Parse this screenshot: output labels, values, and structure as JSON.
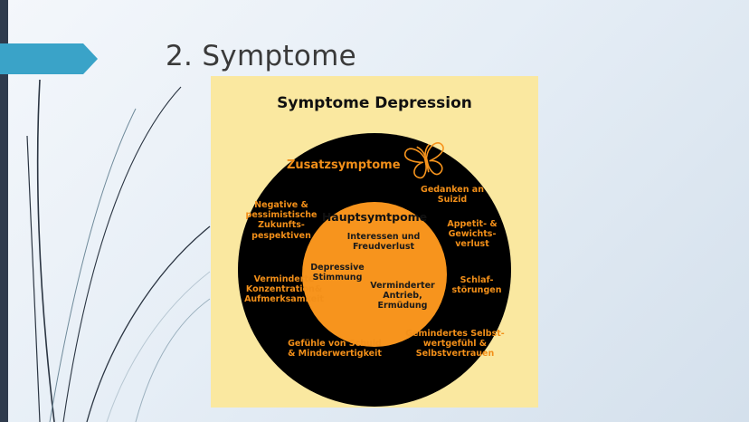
{
  "slide": {
    "title": "2. Symptome",
    "accent_color": "#3aa3c8",
    "sidebar_color": "#2f3b4d"
  },
  "figure": {
    "title": "Symptome Depression",
    "background_color": "#fae8a0",
    "outer_ring_color": "#000000",
    "inner_circle_color": "#f7941d",
    "text_accent_color": "#f28f19",
    "icon": "butterfly-icon",
    "outer_ring": {
      "title": "Zusatzsymptome",
      "items": [
        "Negative &\npessimistische\nZukunfts-\npespektiven",
        "Gedanken an\nSuizid",
        "Appetit- &\nGewichts-\nverlust",
        "Verminderte\nKonzentration&\nAufmerksamkeit",
        "Schlaf-\nstörungen",
        "Gefühle von Schuld\n& Minderwertigkeit",
        "Gemindertes Selbst-\nwertgefühl &\nSelbstvertrauen"
      ]
    },
    "core": {
      "title": "Hauptsymtpome",
      "items": [
        "Interessen und\nFreudverlust",
        "Depressive\nStimmung",
        "Verminderter\nAntrieb,\nErmüdung"
      ]
    }
  }
}
